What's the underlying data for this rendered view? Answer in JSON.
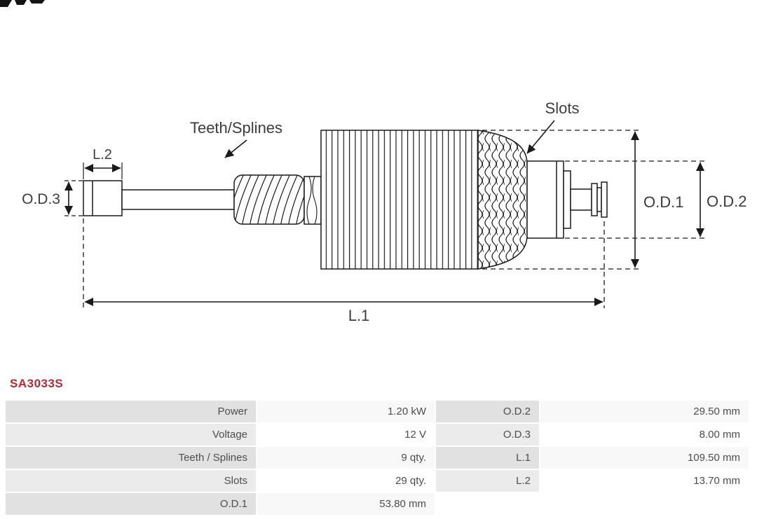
{
  "part_number": "SA3033S",
  "colors": {
    "part_number_red": "#c4242b",
    "line_color": "#1a1a1a",
    "table_label_bg": "#e1e1e1",
    "table_value_bg": "#f8f8f8"
  },
  "diagram": {
    "labels": {
      "teeth_splines": "Teeth/Splines",
      "slots": "Slots",
      "l2": "L.2",
      "od3": "O.D.3",
      "od1": "O.D.1",
      "od2": "O.D.2",
      "l1": "L.1"
    }
  },
  "specs": {
    "rows": [
      {
        "label": "Power",
        "value": "1.20 kW",
        "label2": "O.D.2",
        "value2": "29.50 mm"
      },
      {
        "label": "Voltage",
        "value": "12 V",
        "label2": "O.D.3",
        "value2": "8.00 mm"
      },
      {
        "label": "Teeth / Splines",
        "value": "9 qty.",
        "label2": "L.1",
        "value2": "109.50 mm"
      },
      {
        "label": "Slots",
        "value": "29 qty.",
        "label2": "L.2",
        "value2": "13.70 mm"
      },
      {
        "label": "O.D.1",
        "value": "53.80 mm"
      }
    ]
  }
}
